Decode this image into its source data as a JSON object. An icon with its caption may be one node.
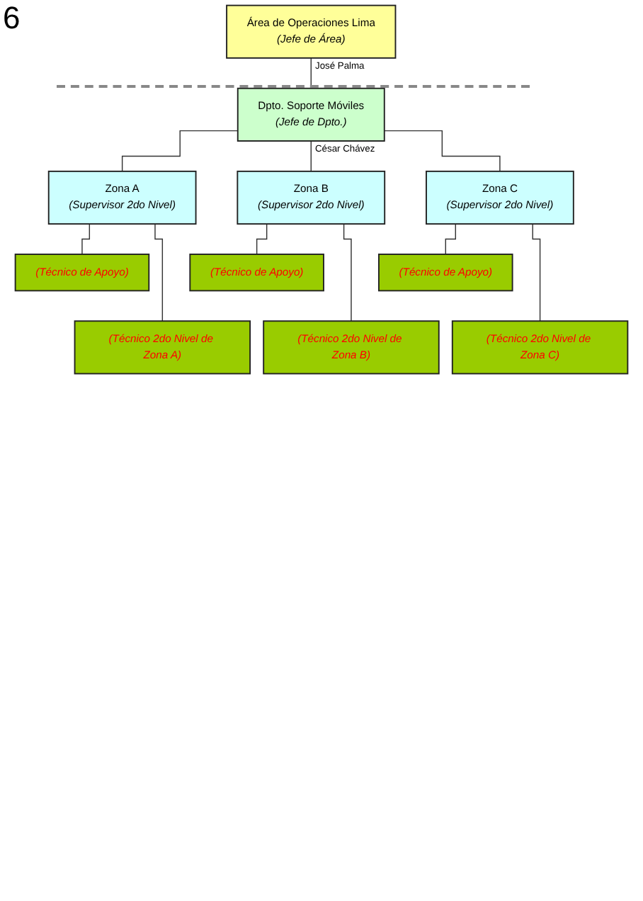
{
  "diagram": {
    "nodes": [
      {
        "text": [
          "Área de Operaciones Lima",
          "(Jefe de Área)"
        ],
        "beside": [
          "José Palma"
        ]
      },
      {
        "text": [
          "Dpto. Soporte Móviles",
          "(Jefe de Dpto.)"
        ],
        "beside": [
          "César Chávez"
        ]
      },
      {
        "text": [
          "Zona A",
          "(Supervisor 2do Nivel)"
        ]
      },
      {
        "text": [
          "Zona B",
          "(Supervisor 2do Nivel)"
        ]
      },
      {
        "text": [
          "Zona C",
          "(Supervisor 2do Nivel)"
        ]
      },
      {
        "text": [
          "(Técnico de Apoyo)"
        ]
      },
      {
        "text": [
          "(Técnico de Apoyo)"
        ]
      },
      {
        "text": [
          "(Técnico de Apoyo)"
        ]
      },
      {
        "text": [
          "(Técnico 2do Nivel de Zona A)"
        ]
      },
      {
        "text": [
          "(Técnico 2do Nivel de Zona B)"
        ]
      },
      {
        "text": [
          "(Técnico 2do Nivel de Zona C)"
        ]
      }
    ],
    "edges": [
      {
        "from": 0,
        "to": 1,
        "arrow": "none"
      },
      {
        "from": 1,
        "to": 2,
        "arrow": "none"
      },
      {
        "from": 1,
        "to": 3,
        "arrow": "none"
      },
      {
        "from": 1,
        "to": 4,
        "arrow": "none"
      },
      {
        "from": 2,
        "to": 5,
        "arrow": "none"
      },
      {
        "from": 2,
        "to": 8,
        "arrow": "none"
      },
      {
        "from": 3,
        "to": 6,
        "arrow": "none"
      },
      {
        "from": 3,
        "to": 9,
        "arrow": "none"
      },
      {
        "from": 4,
        "to": 7,
        "arrow": "none"
      },
      {
        "from": 4,
        "to": 10,
        "arrow": "none"
      }
    ],
    "labels": [
      "6"
    ]
  }
}
